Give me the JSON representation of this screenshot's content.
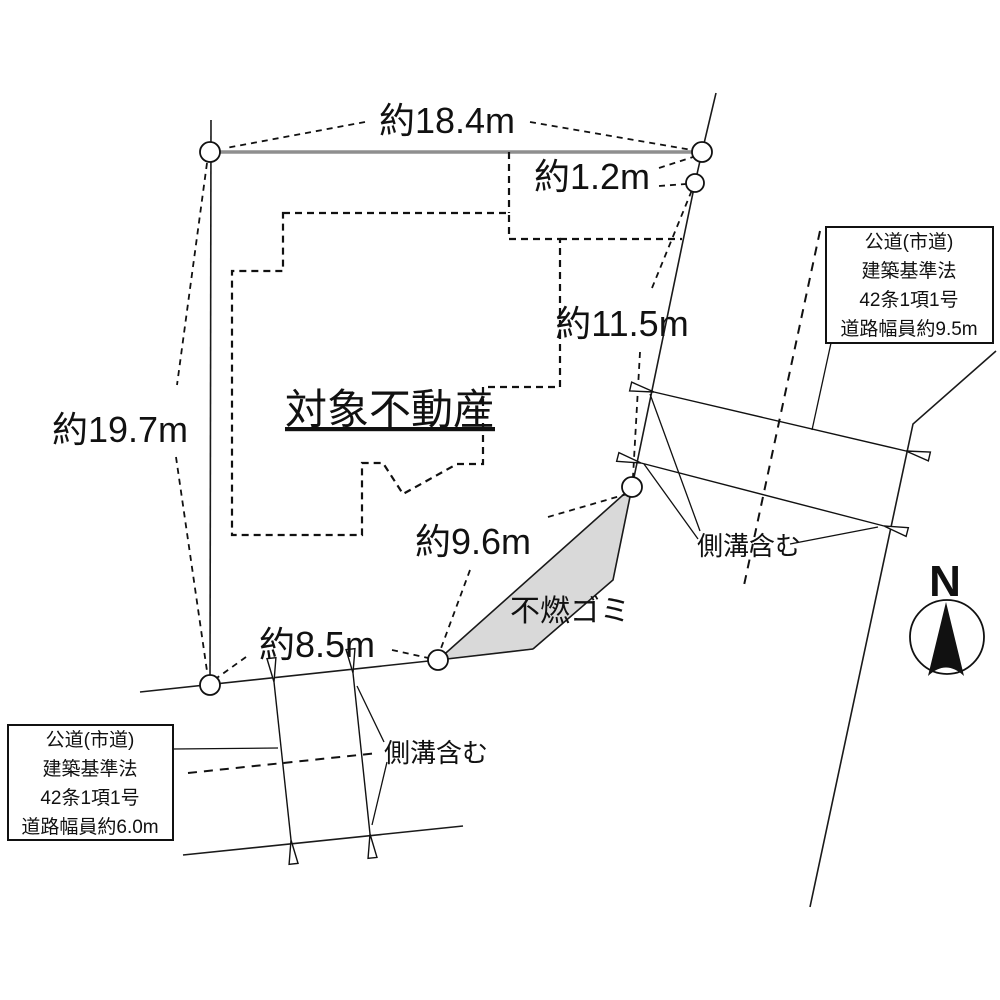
{
  "figure": {
    "kind": "land-plot-survey-diagram",
    "labels": {
      "subject_property": "対象不動産",
      "non_burnable_garbage": "不燃ゴミ",
      "gutter_included_right": "側溝含む",
      "gutter_included_bottom": "側溝含む",
      "north": "N"
    },
    "dimensions": {
      "top_edge": "約18.4m",
      "top_right_edge": "約1.2m",
      "right_edge": "約11.5m",
      "left_edge": "約19.7m",
      "southeast_edge": "約9.6m",
      "bottom_edge": "約8.5m"
    },
    "right_road_box": {
      "line1": "公道(市道)",
      "line2": "建築基準法",
      "line3": "42条1項1号",
      "line4": "道路幅員約9.5m"
    },
    "bottom_road_box": {
      "line1": "公道(市道)",
      "line2": "建築基準法",
      "line3": "42条1項1号",
      "line4": "道路幅員約6.0m"
    },
    "colors": {
      "road_box_text": "#3c7dc8",
      "top_boundary_gray": "#8f8f8f",
      "garbage_area_fill": "#d9d9d9"
    }
  }
}
